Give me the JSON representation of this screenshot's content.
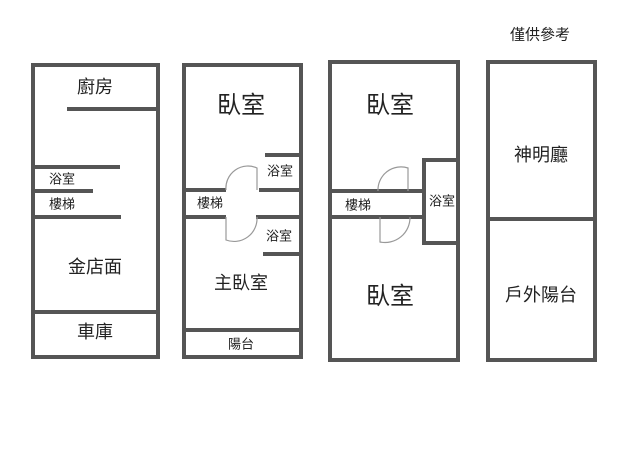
{
  "note": "僅供參考",
  "colors": {
    "wall": "#555555",
    "door": "#999999"
  },
  "floors": [
    {
      "rooms": {
        "kitchen": "廚房",
        "bathroom": "浴室",
        "stairs": "樓梯",
        "shop": "金店面",
        "garage": "車庫"
      }
    },
    {
      "rooms": {
        "bedroom": "臥室",
        "bathroom_1": "浴室",
        "stairs": "樓梯",
        "bathroom_2": "浴室",
        "master_bedroom": "主臥室",
        "balcony": "陽台"
      }
    },
    {
      "rooms": {
        "bedroom_1": "臥室",
        "stairs": "樓梯",
        "bathroom": "浴室",
        "bedroom_2": "臥室"
      }
    },
    {
      "rooms": {
        "shrine_hall": "神明廳",
        "outdoor_balcony": "戶外陽台"
      }
    }
  ]
}
